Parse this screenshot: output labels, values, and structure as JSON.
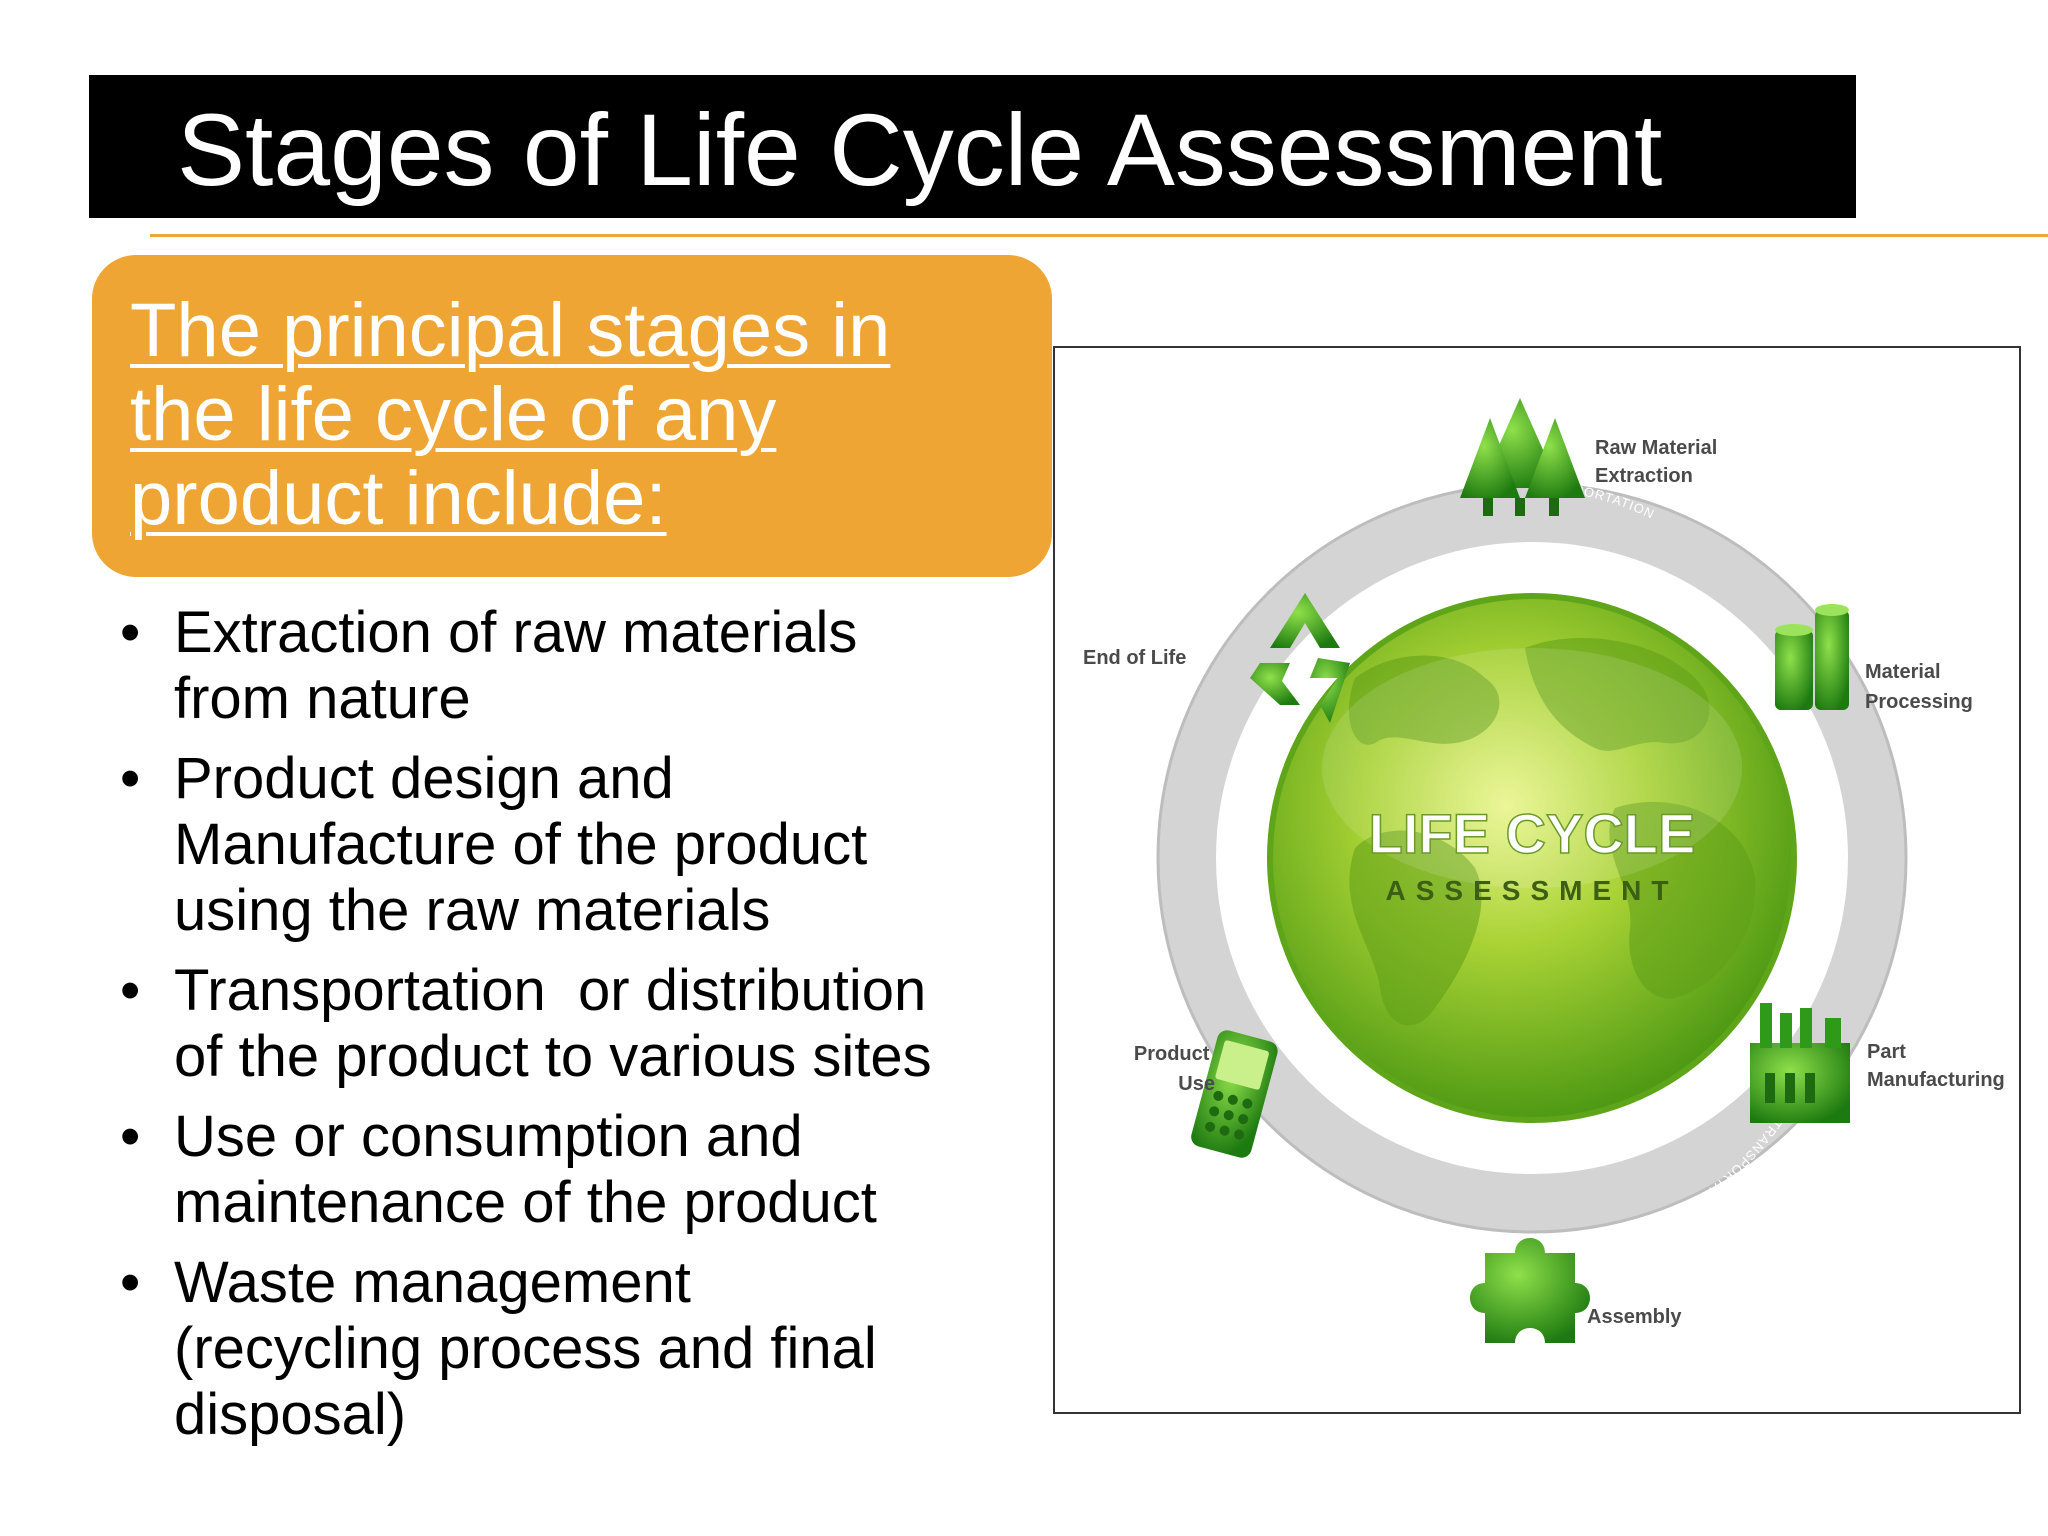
{
  "title": "Stages of Life Cycle Assessment",
  "callout": {
    "lines": [
      "The principal stages in",
      "the life cycle of any",
      "product include:"
    ]
  },
  "bullets": [
    {
      "lines": [
        "Extraction of raw materials",
        "from nature"
      ]
    },
    {
      "lines": [
        "Product design and",
        "Manufacture of the product",
        "using the raw materials"
      ]
    },
    {
      "lines": [
        "Transportation  or distribution",
        "of the product to various sites"
      ]
    },
    {
      "lines": [
        "Use or consumption and",
        "maintenance of the product"
      ]
    },
    {
      "lines": [
        "Waste management",
        "(recycling process and final",
        "disposal)"
      ]
    }
  ],
  "bullet_glyph": "•",
  "diagram": {
    "center_title": "LIFE CYCLE",
    "center_subtitle": "ASSESSMENT",
    "ring_label": "TRANSPORTATION",
    "stages": {
      "raw_material": [
        "Raw Material",
        "Extraction"
      ],
      "material_processing": [
        "Material",
        "Processing"
      ],
      "part_manufacturing": [
        "Part",
        "Manufacturing"
      ],
      "assembly": [
        "Assembly"
      ],
      "product_use": [
        "Product",
        "Use"
      ],
      "end_of_life": [
        "End of Life"
      ]
    }
  },
  "colors": {
    "title_bg": "#000000",
    "accent_orange": "#eea533",
    "globe_green": "#7fbf1e",
    "icon_green": "#2f9a1a",
    "ring_grey": "#c9c9c9"
  }
}
